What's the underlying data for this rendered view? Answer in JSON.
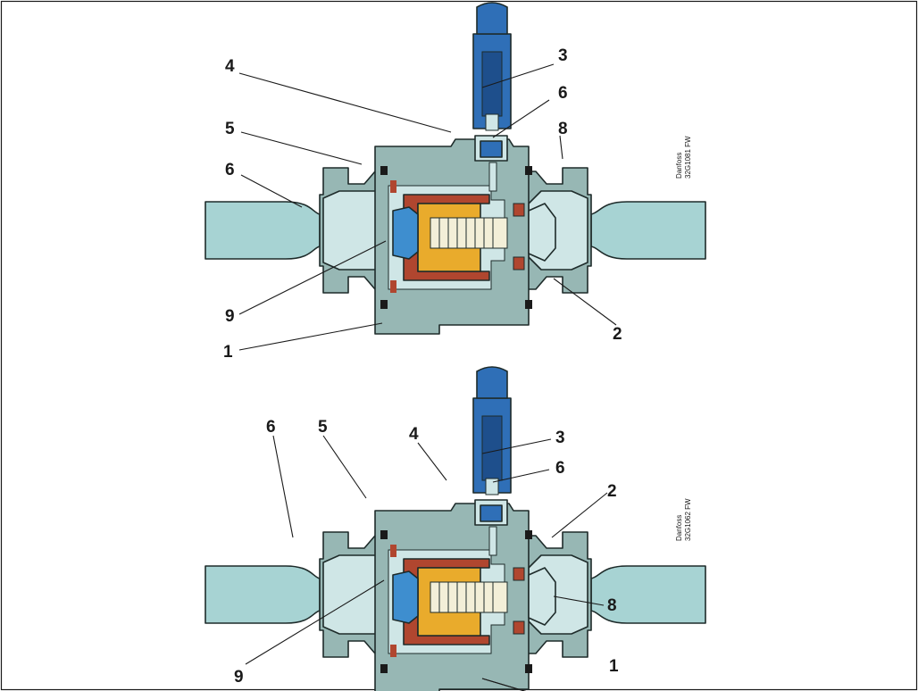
{
  "figure": {
    "top_view": {
      "callouts": [
        {
          "id": "c4",
          "label": "4"
        },
        {
          "id": "c3",
          "label": "3"
        },
        {
          "id": "c6r",
          "label": "6"
        },
        {
          "id": "c5",
          "label": "5"
        },
        {
          "id": "c8",
          "label": "8"
        },
        {
          "id": "c6l",
          "label": "6"
        },
        {
          "id": "c9",
          "label": "9"
        },
        {
          "id": "c2",
          "label": "2"
        },
        {
          "id": "c1",
          "label": "1"
        }
      ],
      "stamp": [
        "Danfoss",
        "32G1081 FW"
      ]
    },
    "bottom_view": {
      "callouts": [
        {
          "id": "c6l",
          "label": "6"
        },
        {
          "id": "c5",
          "label": "5"
        },
        {
          "id": "c4",
          "label": "4"
        },
        {
          "id": "c3",
          "label": "3"
        },
        {
          "id": "c6r",
          "label": "6"
        },
        {
          "id": "c2",
          "label": "2"
        },
        {
          "id": "c8",
          "label": "8"
        },
        {
          "id": "c9",
          "label": "9"
        },
        {
          "id": "c1",
          "label": "1"
        }
      ],
      "stamp": [
        "Danfoss",
        "32G1062 FW"
      ]
    }
  },
  "colors": {
    "body": "#97b7b4",
    "pipe": "#a7d3d3",
    "inner": "#cfe6e6",
    "coil_blue": "#2f6fb7",
    "seat_blue": "#3e8ecf",
    "piston_orange": "#e9ab2c",
    "seal_red": "#b0462f",
    "seal_dark": "#1a1a1a"
  },
  "icons": [
    "valve-cross-section",
    "solenoid-coil",
    "piston",
    "o-ring-seal"
  ]
}
